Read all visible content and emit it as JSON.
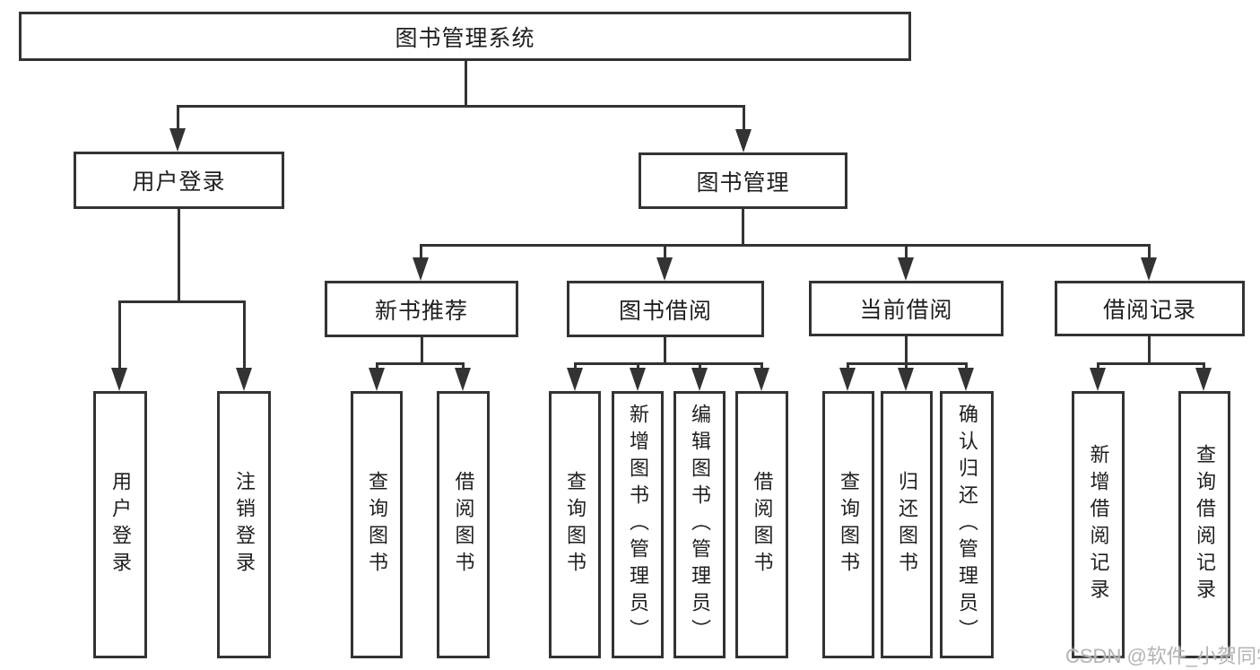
{
  "diagram": {
    "root": {
      "label": "图书管理系统"
    },
    "level2": [
      {
        "label": "用户登录"
      },
      {
        "label": "图书管理"
      }
    ],
    "level3": [
      {
        "label": "新书推荐"
      },
      {
        "label": "图书借阅"
      },
      {
        "label": "当前借阅"
      },
      {
        "label": "借阅记录"
      }
    ],
    "leaves": {
      "user_login": [
        {
          "label": "用户登录"
        },
        {
          "label": "注销登录"
        }
      ],
      "new_book_recommend": [
        {
          "label": "查询图书"
        },
        {
          "label": "借阅图书"
        }
      ],
      "book_borrow": [
        {
          "label": "查询图书"
        },
        {
          "label": "新增图书（管理员）"
        },
        {
          "label": "编辑图书（管理员）"
        },
        {
          "label": "借阅图书"
        }
      ],
      "current_borrow": [
        {
          "label": "查询图书"
        },
        {
          "label": "归还图书"
        },
        {
          "label": "确认归还（管理员）"
        }
      ],
      "borrow_records": [
        {
          "label": "新增借阅记录"
        },
        {
          "label": "查询借阅记录"
        }
      ]
    },
    "colors": {
      "line": "#333333",
      "text": "#1f1f1f",
      "box_background": "#ffffff"
    }
  },
  "watermark": {
    "text": "CSDN @软件_小贺同学",
    "color": "#b3b3b3"
  }
}
